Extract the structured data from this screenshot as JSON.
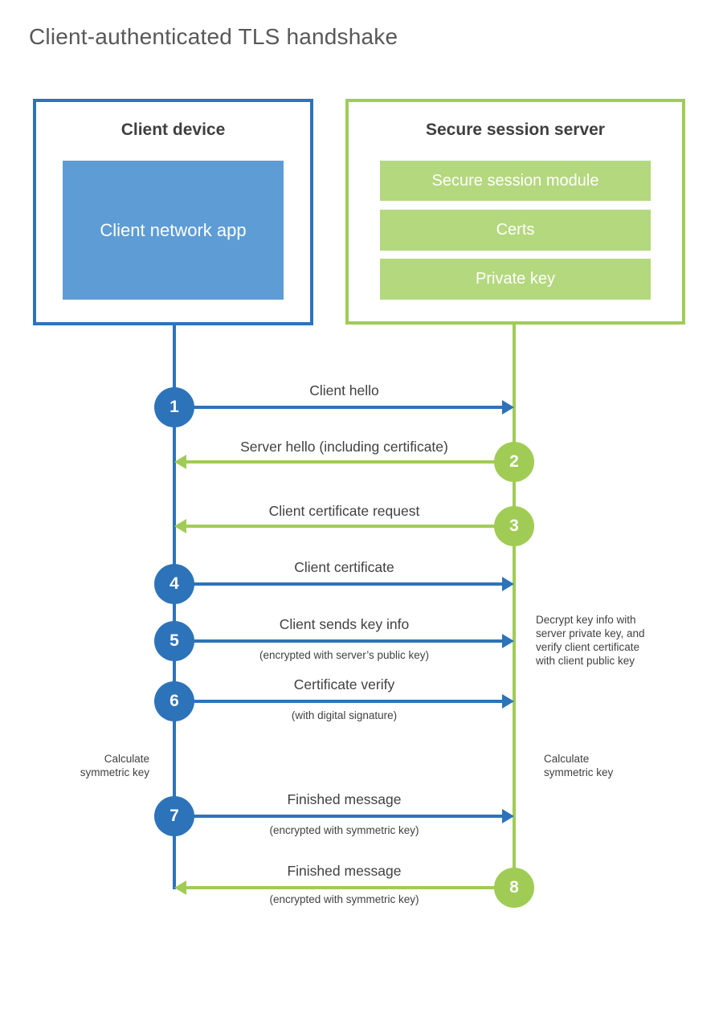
{
  "title": "Client-authenticated TLS handshake",
  "colors": {
    "blue": "#2d73b9",
    "blue_fill": "#5d9cd5",
    "green": "#a0cc55",
    "green_fill": "#b4d87e",
    "text": "#414042",
    "title_text": "#58585a"
  },
  "client": {
    "title": "Client device",
    "app_label": "Client network app"
  },
  "server": {
    "title": "Secure session server",
    "modules": [
      "Secure session module",
      "Certs",
      "Private key"
    ]
  },
  "messages": [
    {
      "num": "1",
      "from": "client",
      "label": "Client hello",
      "sublabel": ""
    },
    {
      "num": "2",
      "from": "server",
      "label": "Server hello (including certificate)",
      "sublabel": ""
    },
    {
      "num": "3",
      "from": "server",
      "label": "Client certificate request",
      "sublabel": ""
    },
    {
      "num": "4",
      "from": "client",
      "label": "Client certificate",
      "sublabel": ""
    },
    {
      "num": "5",
      "from": "client",
      "label": "Client sends key info",
      "sublabel": "(encrypted with server’s public key)"
    },
    {
      "num": "6",
      "from": "client",
      "label": "Certificate verify",
      "sublabel": "(with digital signature)"
    },
    {
      "num": "7",
      "from": "client",
      "label": "Finished message",
      "sublabel": "(encrypted with symmetric key)"
    },
    {
      "num": "8",
      "from": "server",
      "label": "Finished message",
      "sublabel": "(encrypted with symmetric key)"
    }
  ],
  "notes": {
    "decrypt": "Decrypt key info with server private key, and verify client certificate with client public key",
    "calc_left": "Calculate symmetric key",
    "calc_right": "Calculate symmetric key"
  }
}
